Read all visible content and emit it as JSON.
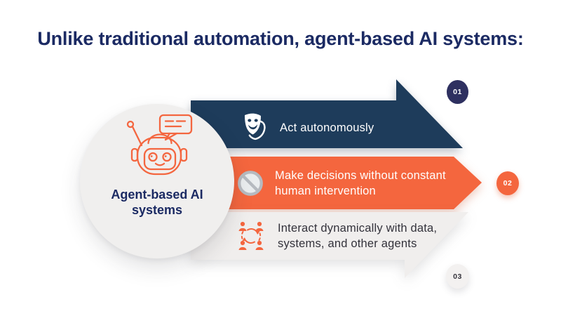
{
  "title": "Unlike traditional automation, agent-based AI systems:",
  "hub": {
    "icon": "robot-icon",
    "lines": [
      "Agent-based AI",
      "systems"
    ]
  },
  "steps": [
    {
      "number": "01",
      "lines": [
        "Act autonomously"
      ],
      "icon": "theater-masks-icon",
      "arrow_color": "#1e3c5b",
      "text_color": "#ffffff",
      "badge_bg": "#2e3060",
      "badge_text_color": "#ffffff"
    },
    {
      "number": "02",
      "lines": [
        "Make decisions without constant",
        "human intervention"
      ],
      "icon": "no-sign-icon",
      "arrow_color": "#f4663e",
      "text_color": "#ffffff",
      "badge_bg": "#f4663e",
      "badge_text_color": "#ffffff"
    },
    {
      "number": "03",
      "lines": [
        "Interact dynamically with data,",
        "systems, and other agents"
      ],
      "icon": "people-cycle-icon",
      "arrow_color": "#f0eeed",
      "text_color": "#33323b",
      "badge_bg": "#f3f1f0",
      "badge_text_color": "#35343c"
    }
  ],
  "colors": {
    "background": "#ffffff",
    "title_text": "#1b2a63",
    "hub_circle": "#f0efee",
    "hub_text": "#1b2a63",
    "navy_arrow": "#1e3c5b",
    "orange_arrow": "#f4663e",
    "gray_arrow": "#f0eeed",
    "icon_orange": "#f4663f",
    "no_sign_gray": "#b6bac0"
  }
}
